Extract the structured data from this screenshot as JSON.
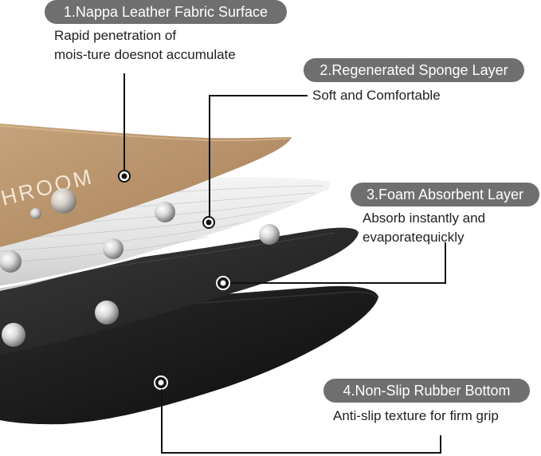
{
  "layers": [
    {
      "id": "nappa",
      "title": "1.Nappa Leather Fabric Surface",
      "description_lines": [
        "Rapid penetration of",
        "mois-ture doesnot accumulate"
      ],
      "color": "#b8936c"
    },
    {
      "id": "sponge",
      "title": "2.Regenerated Sponge Layer",
      "description_lines": [
        "Soft and Comfortable"
      ],
      "color": "#ededed"
    },
    {
      "id": "foam",
      "title": "3.Foam Absorbent Layer",
      "description_lines": [
        "Absorb instantly and",
        "evaporatequickly"
      ],
      "color": "#2b2b2b"
    },
    {
      "id": "rubber",
      "title": "4.Non-Slip Rubber Bottom",
      "description_lines": [
        "Anti-slip texture for firm grip"
      ],
      "color": "#151515"
    }
  ],
  "brand_text": "HROOM",
  "colors": {
    "label_pill": "#6f6f6f",
    "leather": "#b8936c",
    "sponge": "#ededed",
    "foam": "#2b2b2b",
    "rubber": "#151515"
  }
}
